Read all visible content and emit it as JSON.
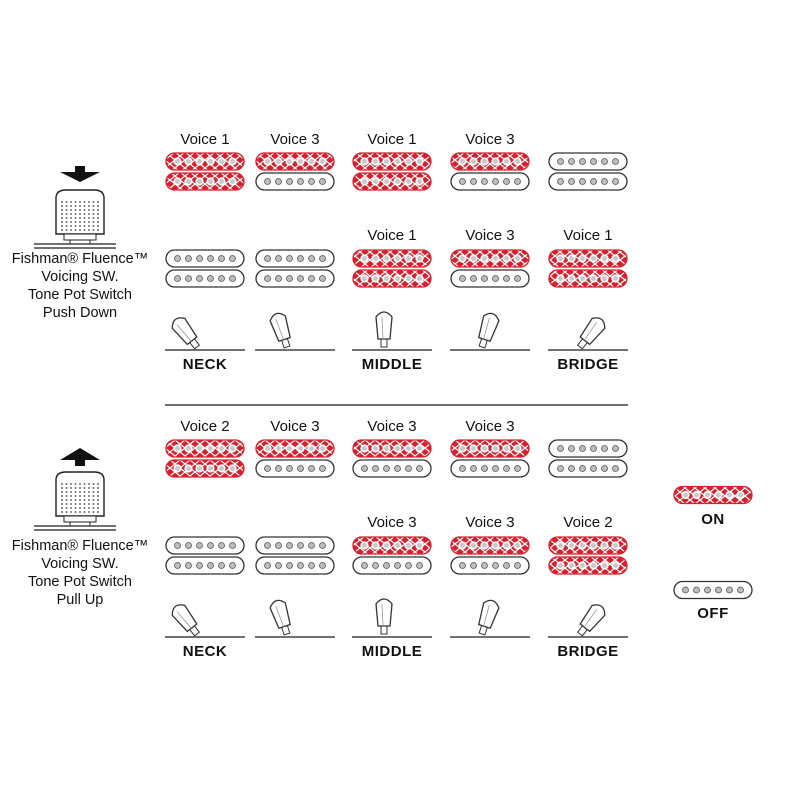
{
  "sections": [
    {
      "knob": "push-down",
      "arrow": "down",
      "caption": [
        "Fishman® Fluence™",
        "Voicing SW.",
        "Tone Pot Switch",
        "Push Down"
      ],
      "top_row": [
        {
          "voice": "Voice 1",
          "state": "on"
        },
        {
          "voice": "Voice 3",
          "state": "half"
        },
        {
          "voice": "Voice 1",
          "state": "on"
        },
        {
          "voice": "Voice 3",
          "state": "half"
        },
        {
          "voice": "",
          "state": "off"
        }
      ],
      "bottom_row": [
        {
          "voice": "",
          "state": "off"
        },
        {
          "voice": "",
          "state": "off"
        },
        {
          "voice": "Voice 1",
          "state": "on"
        },
        {
          "voice": "Voice 3",
          "state": "half"
        },
        {
          "voice": "Voice 1",
          "state": "on"
        }
      ],
      "switch_positions": [
        {
          "label": "NECK",
          "lean": "left"
        },
        {
          "label": "",
          "lean": "mid-left"
        },
        {
          "label": "MIDDLE",
          "lean": "center"
        },
        {
          "label": "",
          "lean": "mid-right"
        },
        {
          "label": "BRIDGE",
          "lean": "right"
        }
      ]
    },
    {
      "knob": "pull-up",
      "arrow": "up",
      "caption": [
        "Fishman® Fluence™",
        "Voicing SW.",
        "Tone Pot Switch",
        "Pull Up"
      ],
      "top_row": [
        {
          "voice": "Voice 2",
          "state": "on"
        },
        {
          "voice": "Voice 3",
          "state": "half"
        },
        {
          "voice": "Voice 3",
          "state": "half"
        },
        {
          "voice": "Voice 3",
          "state": "half"
        },
        {
          "voice": "",
          "state": "off"
        }
      ],
      "bottom_row": [
        {
          "voice": "",
          "state": "off"
        },
        {
          "voice": "",
          "state": "off"
        },
        {
          "voice": "Voice 3",
          "state": "half"
        },
        {
          "voice": "Voice 3",
          "state": "half"
        },
        {
          "voice": "Voice 2",
          "state": "on"
        }
      ],
      "switch_positions": [
        {
          "label": "NECK",
          "lean": "left"
        },
        {
          "label": "",
          "lean": "mid-left"
        },
        {
          "label": "MIDDLE",
          "lean": "center"
        },
        {
          "label": "",
          "lean": "mid-right"
        },
        {
          "label": "BRIDGE",
          "lean": "right"
        }
      ]
    }
  ],
  "legend": [
    {
      "label": "ON",
      "state": "on"
    },
    {
      "label": "OFF",
      "state": "off"
    }
  ],
  "colors": {
    "coil_on": "#d6202e",
    "coil_off_fill": "#ffffff",
    "pole": "#bdbdbd",
    "stroke": "#333333",
    "line": "#444444"
  }
}
